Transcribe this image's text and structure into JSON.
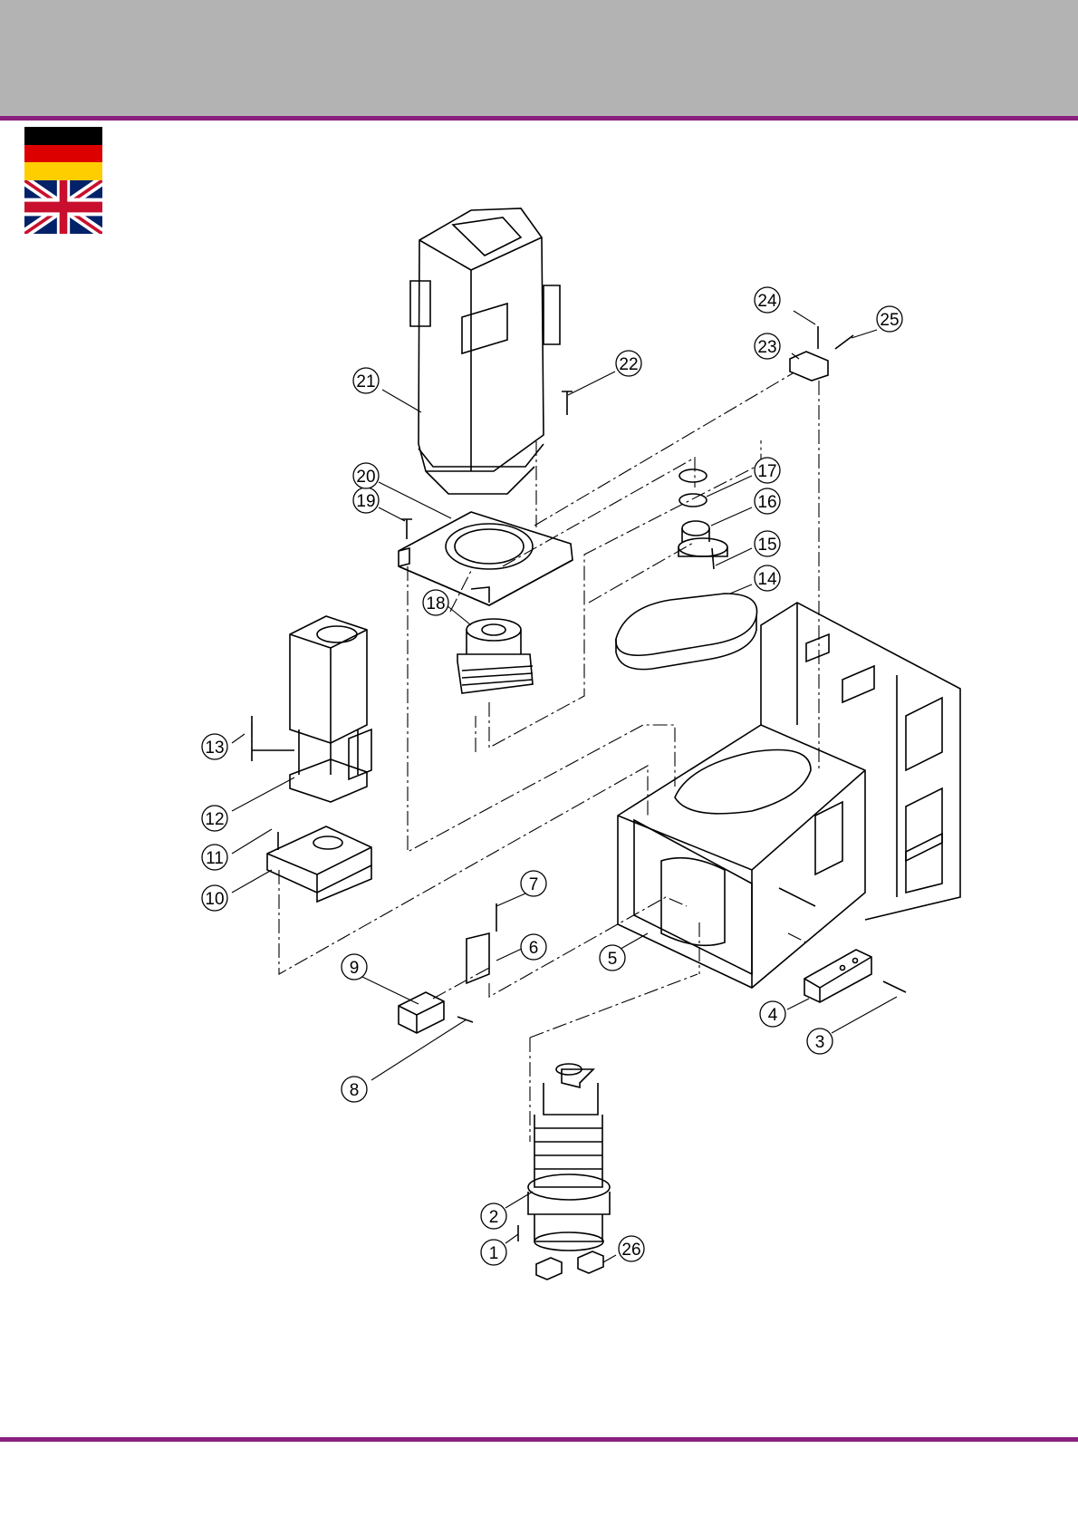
{
  "colors": {
    "header_band": "#b3b3b3",
    "rule": "#8a1f7e",
    "line": "#000000",
    "flag_de_black": "#000000",
    "flag_de_red": "#dd0000",
    "flag_de_gold": "#ffce00",
    "flag_uk_blue": "#012169",
    "flag_uk_red": "#c8102e"
  },
  "flags": [
    {
      "name": "german-flag-icon"
    },
    {
      "name": "uk-flag-icon"
    }
  ],
  "callouts": [
    "1",
    "2",
    "3",
    "4",
    "5",
    "6",
    "7",
    "8",
    "9",
    "10",
    "11",
    "12",
    "13",
    "14",
    "15",
    "16",
    "17",
    "18",
    "19",
    "20",
    "21",
    "22",
    "23",
    "24",
    "25",
    "26"
  ]
}
